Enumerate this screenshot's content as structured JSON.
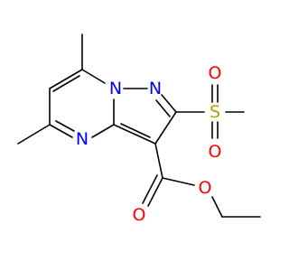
{
  "molecule": {
    "atoms": {
      "n_bridge": "N",
      "n_pyrazole": "N",
      "n_pyrimidine": "N",
      "s_sulfonyl": "S",
      "o_sulfonyl_top": "O",
      "o_sulfonyl_bottom": "O",
      "o_carbonyl": "O",
      "o_ester": "O"
    },
    "colors": {
      "bond": "#000000",
      "nitrogen": "#0000ff",
      "oxygen": "#ff0000",
      "sulfur": "#b8a000"
    }
  }
}
